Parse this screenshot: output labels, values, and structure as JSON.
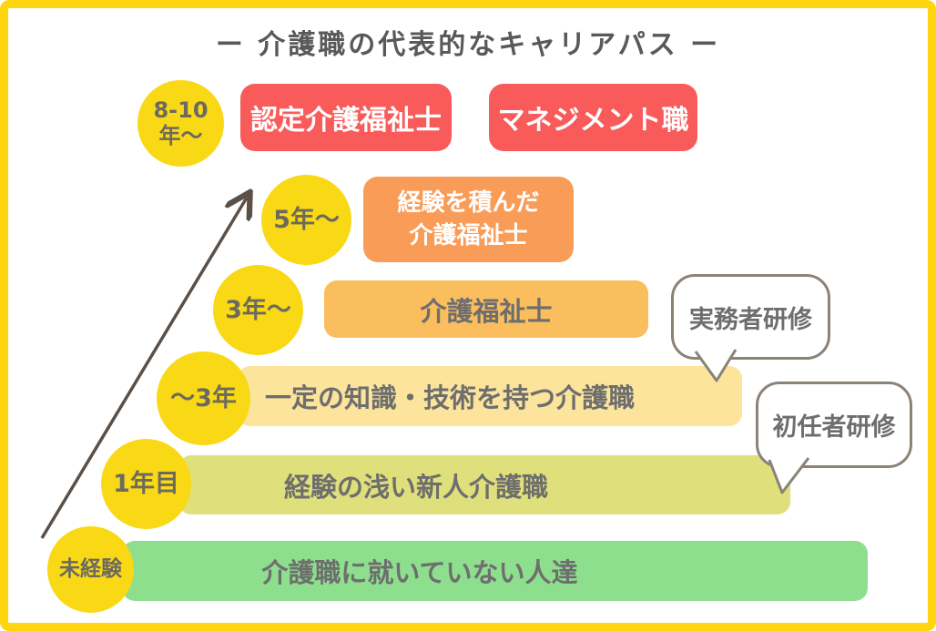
{
  "title": "ー 介護職の代表的なキャリアパス ー",
  "stages": [
    {
      "time_line1": "8-10",
      "time_line2": "年〜",
      "box1": "認定介護福祉士",
      "box2": "マネジメント職"
    },
    {
      "time": "5年〜",
      "box_line1": "経験を積んだ",
      "box_line2": "介護福祉士"
    },
    {
      "time": "3年〜",
      "box": "介護福祉士"
    },
    {
      "time": "〜3年",
      "box": "一定の知識・技術を持つ介護職"
    },
    {
      "time": "1年目",
      "box": "経験の浅い新人介護職"
    },
    {
      "time": "未経験",
      "box": "介護職に就いていない人達"
    }
  ],
  "bubbles": [
    {
      "label": "実務者研修"
    },
    {
      "label": "初任者研修"
    }
  ],
  "colors": {
    "frame_yellow": "#FFD60D",
    "circle_yellow": "#F9D915",
    "box_red": "#F95B5B",
    "box_orange": "#F99C58",
    "box_light_orange": "#FBBE5E",
    "box_cream": "#FCE49C",
    "box_yellow_green": "#DFE07B",
    "box_green": "#8DDF8E",
    "text_gray": "#6E6E6E",
    "title_gray": "#595959",
    "arrow_brown": "#5B5048",
    "bubble_border": "#8B8278"
  }
}
